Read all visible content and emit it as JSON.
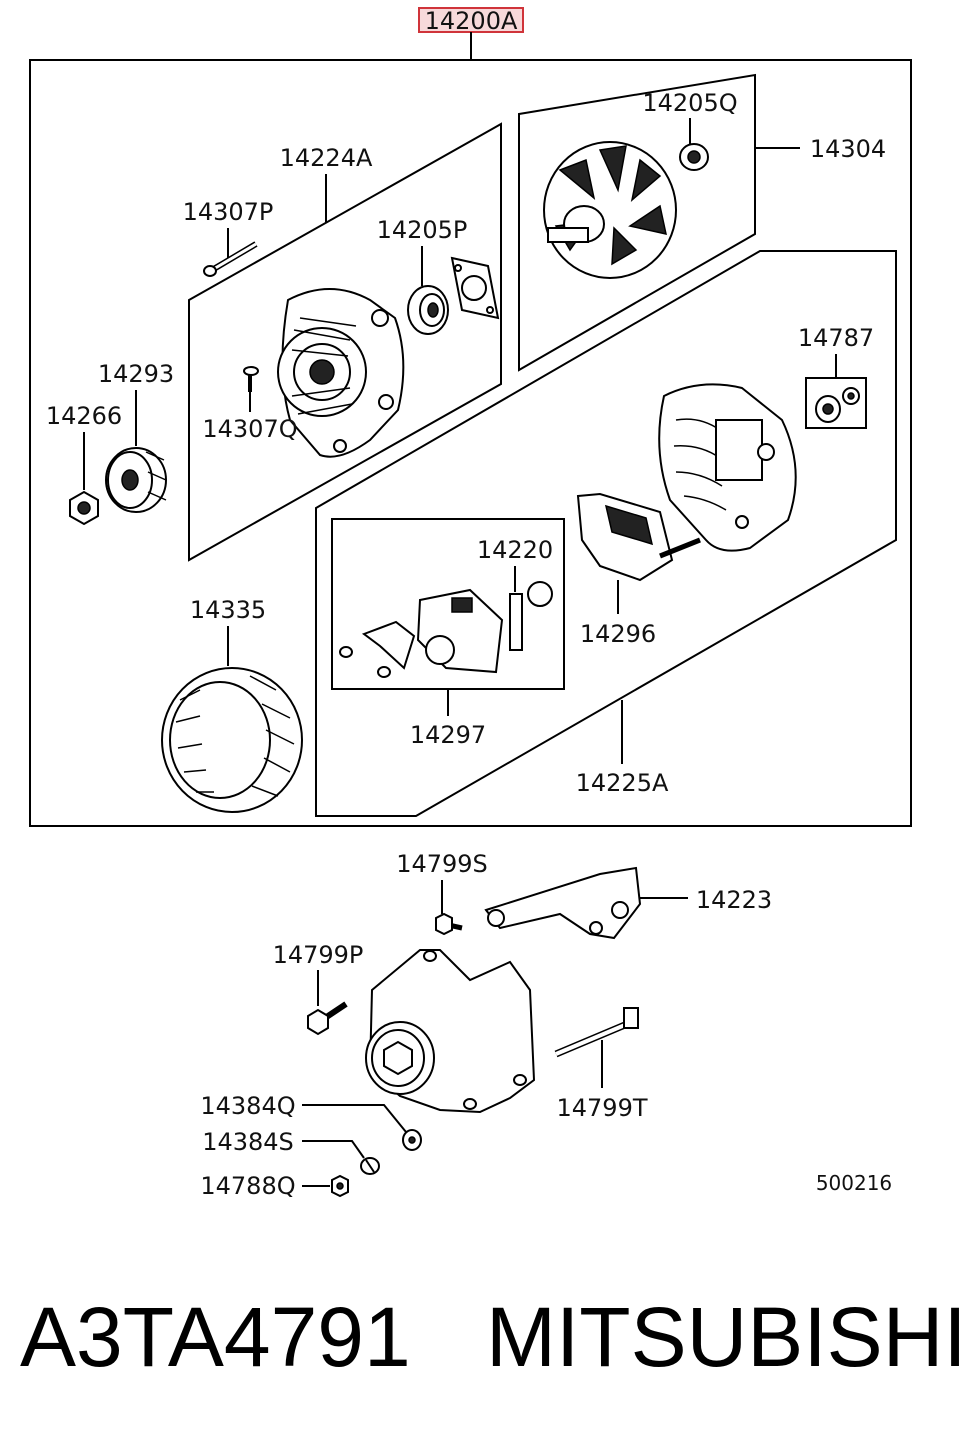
{
  "assembly_label": "14200A",
  "parts": {
    "p14224A": "14224A",
    "p14307P": "14307P",
    "p14205P": "14205P",
    "p14205Q": "14205Q",
    "p14304": "14304",
    "p14293": "14293",
    "p14266": "14266",
    "p14307Q": "14307Q",
    "p14787": "14787",
    "p14220": "14220",
    "p14296": "14296",
    "p14335": "14335",
    "p14297": "14297",
    "p14225A": "14225A",
    "p14799S": "14799S",
    "p14223": "14223",
    "p14799P": "14799P",
    "p14799T": "14799T",
    "p14384Q": "14384Q",
    "p14384S": "14384S",
    "p14788Q": "14788Q"
  },
  "diagram_code": "500216",
  "caption": {
    "part_number": "A3TA4791",
    "brand": "MITSUBISHI"
  }
}
